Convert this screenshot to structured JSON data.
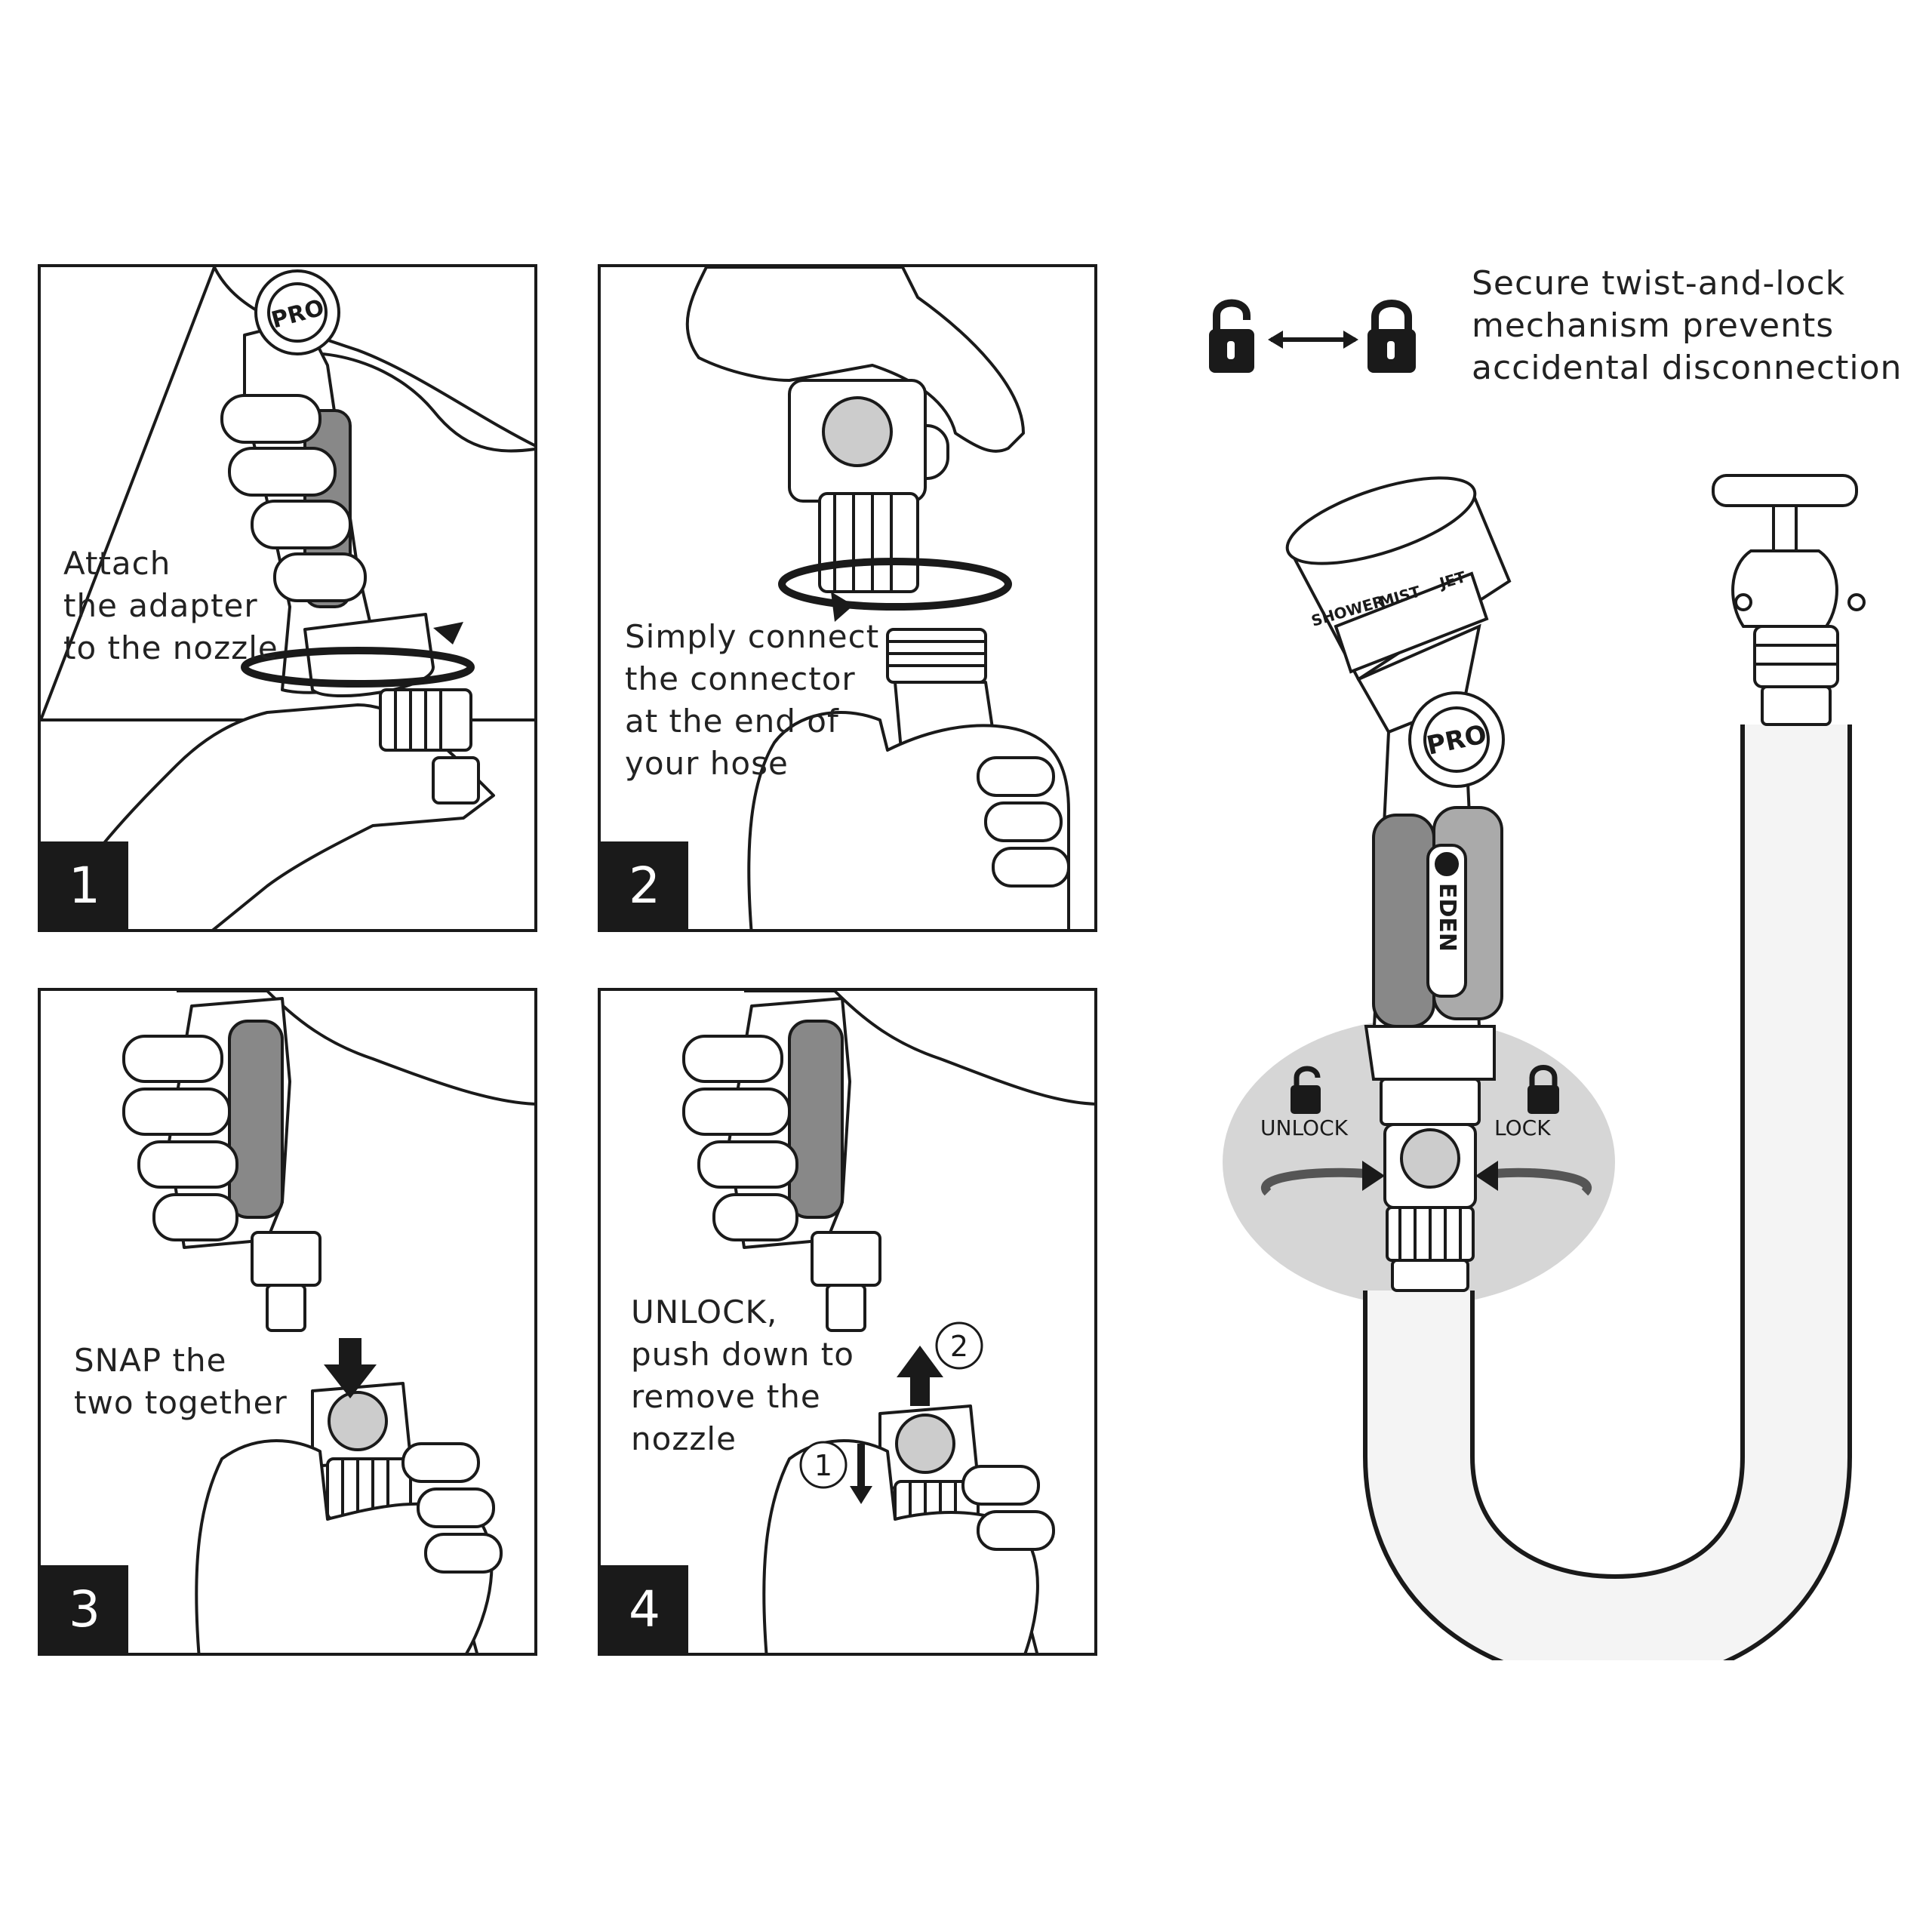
{
  "steps": [
    {
      "number": "1",
      "caption": [
        "Attach",
        "the adapter",
        "to the nozzle"
      ]
    },
    {
      "number": "2",
      "caption": [
        "Simply connect",
        "the connector",
        "at the end of",
        "your hose"
      ]
    },
    {
      "number": "3",
      "caption": [
        "SNAP the",
        "two together"
      ]
    },
    {
      "number": "4",
      "caption": [
        "UNLOCK,",
        "push down to",
        "remove the",
        "nozzle"
      ]
    }
  ],
  "mechanism": {
    "text": [
      "Secure twist-and-lock",
      "mechanism prevents",
      "accidental disconnection"
    ],
    "icons": [
      "unlocked-padlock-icon",
      "double-arrow-icon",
      "locked-padlock-icon"
    ]
  },
  "illustration": {
    "unlock_label": "UNLOCK",
    "lock_label": "LOCK",
    "nozzle_brand": "EDEN",
    "nozzle_badge": "PRO",
    "spray_settings": [
      "SHOWER",
      "MIST",
      "JET"
    ],
    "step4_markers": [
      "1",
      "2"
    ]
  },
  "colors": {
    "ink": "#1a1a1a",
    "panel_fill": "#ffffff",
    "highlight_ellipse": "#d6d6d6"
  }
}
